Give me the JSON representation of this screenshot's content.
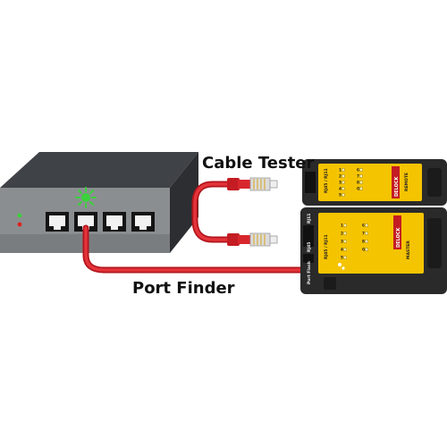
{
  "labels": {
    "cable_tester": "Cable Tester",
    "port_finder": "Port Finder"
  },
  "remote_unit": {
    "brand": "DELOCK",
    "jack_label": "RJ45 / RJ11",
    "mode_label": "REMOTE",
    "led_numbers": [
      "1",
      "2",
      "3",
      "4",
      "5",
      "6",
      "7",
      "8",
      "G"
    ]
  },
  "master_unit": {
    "brand": "DELOCK",
    "jack_label_rj11": "RJ11",
    "jack_label_rj45": "RJ45",
    "grid_header": "RJ45 / RJ11",
    "mode_label": "MASTER",
    "port_flash_label": "Port Flash",
    "led_numbers": [
      "1",
      "2",
      "3",
      "4",
      "5",
      "6",
      "7",
      "8",
      "G"
    ]
  },
  "colors": {
    "cable": "#d42027",
    "tester_yellow": "#f5c400",
    "switch_body": "#4a4d52",
    "switch_front": "#8a8d90",
    "active_led": "#3bd13b",
    "power_led": "#e02020"
  }
}
